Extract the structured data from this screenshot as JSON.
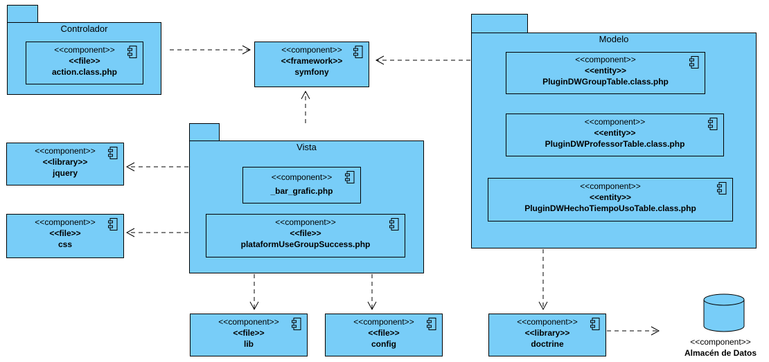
{
  "packages": {
    "controlador": "Controlador",
    "vista": "Vista",
    "modelo": "Modelo"
  },
  "components": {
    "action": {
      "stereotype": "<<component>>",
      "stereotype2": "<<file>>",
      "name": "action.class.php"
    },
    "symfony": {
      "stereotype": "<<component>>",
      "stereotype2": "<<framework>>",
      "name": "symfony"
    },
    "group_table": {
      "stereotype": "<<component>>",
      "stereotype2": "<<entity>>",
      "name": "PluginDWGroupTable.class.php"
    },
    "professor_table": {
      "stereotype": "<<component>>",
      "stereotype2": "<<entity>>",
      "name": "PluginDWProfessorTable.class.php"
    },
    "hecho_table": {
      "stereotype": "<<component>>",
      "stereotype2": "<<entity>>",
      "name": "PluginDWHechoTiempoUsoTable.class.php"
    },
    "jquery": {
      "stereotype": "<<component>>",
      "stereotype2": "<<library>>",
      "name": "jquery"
    },
    "css": {
      "stereotype": "<<component>>",
      "stereotype2": "<<file>>",
      "name": "css"
    },
    "bar_grafic": {
      "stereotype": "<<component>>",
      "name": "_bar_grafic.php"
    },
    "plataform": {
      "stereotype": "<<component>>",
      "stereotype2": "<<file>>",
      "name": "plataformUseGroupSuccess.php"
    },
    "lib": {
      "stereotype": "<<component>>",
      "stereotype2": "<<file>>",
      "name": "lib"
    },
    "config": {
      "stereotype": "<<component>>",
      "stereotype2": "<<file>>",
      "name": "config"
    },
    "doctrine": {
      "stereotype": "<<component>>",
      "stereotype2": "<<library>>",
      "name": "doctrine"
    }
  },
  "datastore": {
    "stereotype": "<<component>>",
    "name": "Almacén de Datos"
  },
  "colors": {
    "fill": "#78cdf8",
    "stroke": "#000000"
  },
  "icons": {
    "component": "component-icon",
    "database": "database-icon"
  }
}
